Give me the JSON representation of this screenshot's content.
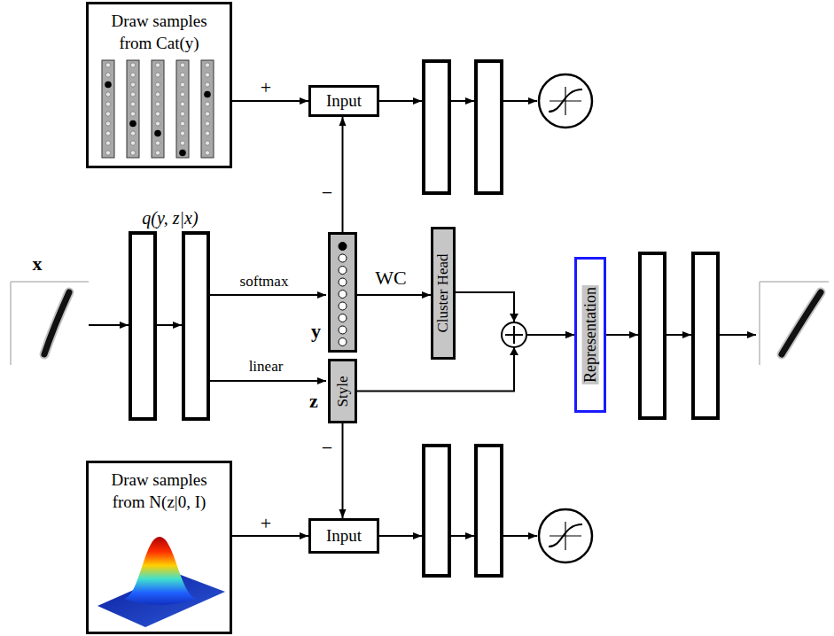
{
  "diagram": {
    "nodes": [
      {
        "text": [
          "Draw samples from Cat(y)"
        ]
      },
      {
        "text": [
          "Input"
        ]
      },
      {
        "text": [
          "y"
        ]
      },
      {
        "text": [
          "Cluster Head"
        ]
      },
      {
        "text": [
          "Representation"
        ]
      },
      {
        "text": [
          "Style",
          "z"
        ]
      },
      {
        "text": [
          "Input"
        ]
      },
      {
        "text": [
          "Draw samples from N(z|0, I)"
        ]
      }
    ],
    "edges": [
      {
        "from": 0,
        "to": 1,
        "arrow": "to",
        "label": "+"
      },
      {
        "from": 2,
        "to": 1,
        "arrow": "to",
        "label": "−"
      },
      {
        "from": 2,
        "to": 3,
        "arrow": "to",
        "label": "WC"
      },
      {
        "from": 3,
        "to": 4,
        "arrow": "to"
      },
      {
        "from": 5,
        "to": 4,
        "arrow": "to"
      },
      {
        "from": 5,
        "to": 6,
        "arrow": "to",
        "label": "−"
      },
      {
        "from": 7,
        "to": 6,
        "arrow": "to",
        "label": "+"
      }
    ],
    "labels": [
      "q(y, z|x)",
      "x",
      "softmax",
      "linear"
    ]
  }
}
